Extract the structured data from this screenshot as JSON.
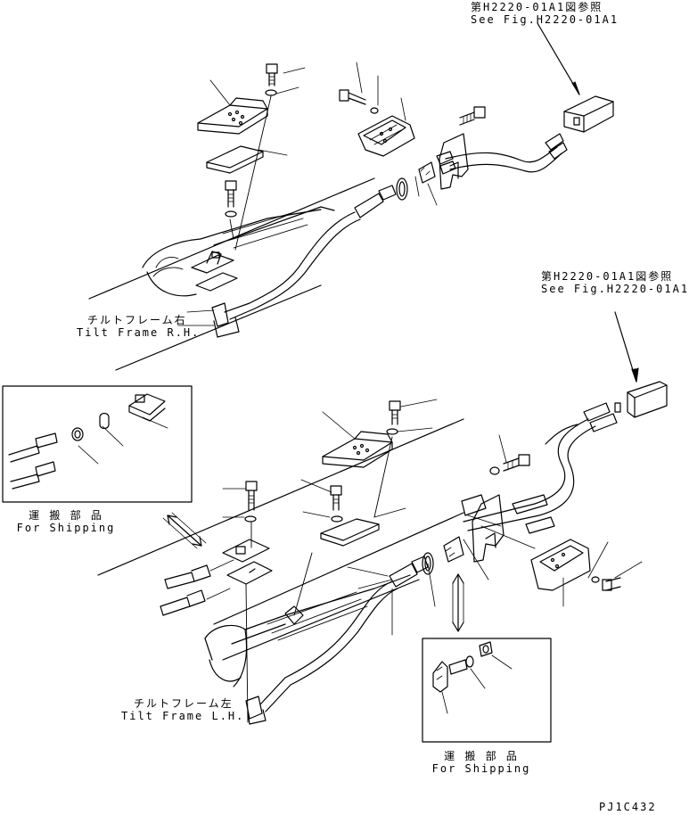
{
  "references": {
    "top": {
      "line1": "第H2220-01A1図参照",
      "line2": "See Fig.H2220-01A1"
    },
    "middle": {
      "line1": "第H2220-01A1図参照",
      "line2": "See Fig.H2220-01A1"
    }
  },
  "frames": {
    "right": {
      "jp": "チルトフレーム右",
      "en": "Tilt Frame R.H."
    },
    "left": {
      "jp": "チルトフレーム左",
      "en": "Tilt Frame L.H."
    }
  },
  "shipping_boxes": {
    "left": {
      "jp": "運 搬 部 品",
      "en": "For Shipping"
    },
    "right": {
      "jp": "運 搬 部 品",
      "en": "For Shipping"
    }
  },
  "drawing_code": "PJ1C432"
}
